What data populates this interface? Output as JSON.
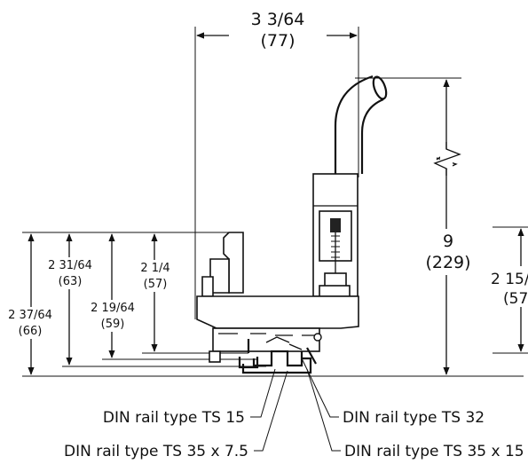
{
  "dimensions": {
    "top_width": {
      "imperial": "3 3/64",
      "metric": "(77)"
    },
    "total_height": {
      "imperial": "9",
      "metric": "(229)"
    },
    "height_ts35x15": {
      "imperial": "2 37/64",
      "metric": "(66)"
    },
    "height_ts35x7_5": {
      "imperial": "2 31/64",
      "metric": "(63)"
    },
    "height_ts32": {
      "imperial": "2 19/64",
      "metric": "(59)"
    },
    "height_ts15": {
      "imperial": "2 1/4",
      "metric": "(57)"
    },
    "right_cut": {
      "imperial": "2 15/",
      "metric": "(57"
    }
  },
  "callouts": {
    "ts15": "DIN rail type TS 15",
    "ts32": "DIN rail type TS 32",
    "ts35x7_5": "DIN rail type TS 35 x 7.5",
    "ts35x15": "DIN rail type TS 35 x 15"
  }
}
